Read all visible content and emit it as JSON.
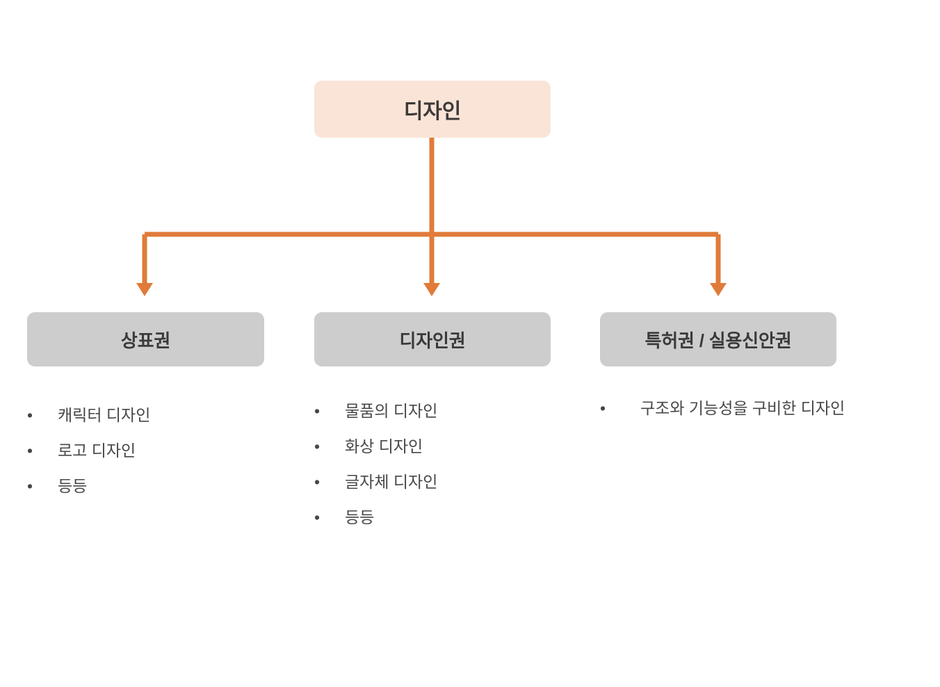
{
  "diagram": {
    "type": "hierarchy-tree",
    "orientation": "top-down",
    "background_color": "#FFFFFF",
    "connector_color": "#E07B39",
    "root": {
      "label": "디자인",
      "box_color": "#FAE4D7",
      "text_color": "#3D3A39"
    },
    "children": [
      {
        "label": "상표권",
        "box_color": "#CECDCD",
        "text_color": "#3A3A3A",
        "bullet_marker": "•",
        "items": [
          "캐릭터 디자인",
          "로고 디자인",
          "등등"
        ]
      },
      {
        "label": "디자인권",
        "box_color": "#CECDCD",
        "text_color": "#3A3A3A",
        "bullet_marker": "•",
        "items": [
          "물품의 디자인",
          "화상 디자인",
          "글자체 디자인",
          "등등"
        ]
      },
      {
        "label": "특허권 / 실용신안권",
        "box_color": "#CECDCD",
        "text_color": "#3A3A3A",
        "bullet_marker": "•",
        "items": [
          "구조와 기능성을 구비한 디자인"
        ]
      }
    ]
  }
}
